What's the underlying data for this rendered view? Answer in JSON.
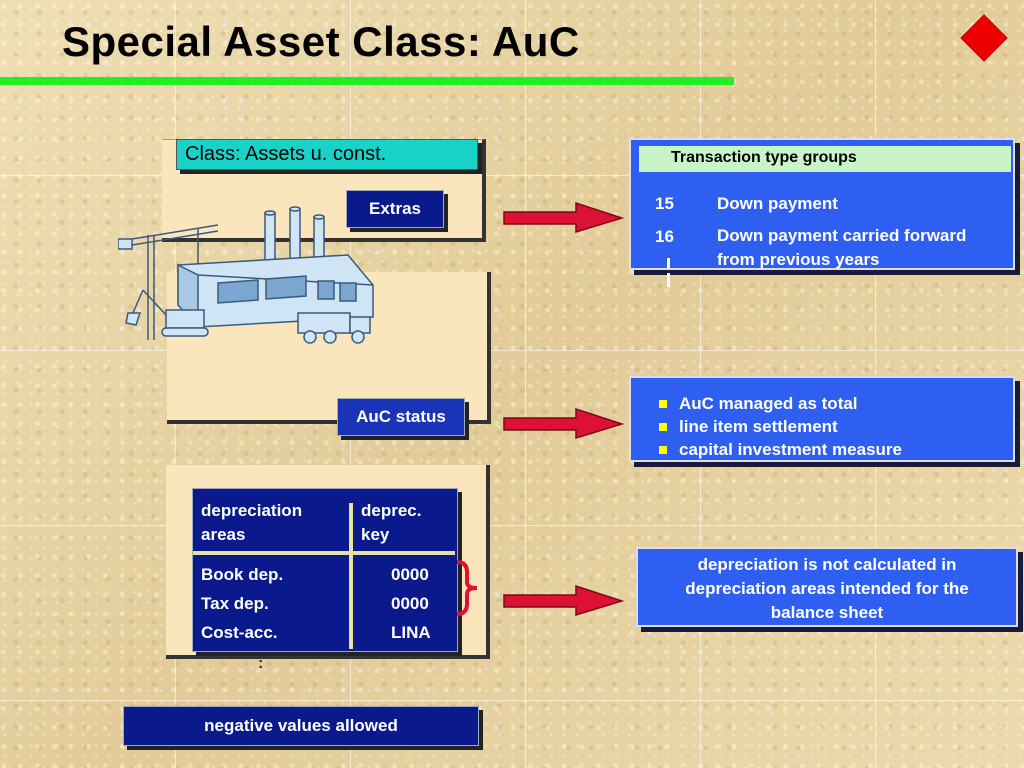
{
  "slide": {
    "title": "Special Asset Class: AuC",
    "colors": {
      "title_bar": "#22ee22",
      "logo": "#ee0000",
      "navy": "#0a1a8c",
      "blue_panel": "#2e5ff0",
      "class_box": "#1ad3c8",
      "transaction_header": "#c8f5c8",
      "arrow": "#dd1133"
    }
  },
  "class_box": {
    "label": "Class: Assets u. const."
  },
  "extras_button": {
    "label": "Extras"
  },
  "illustration": {
    "icon": "construction-site-icon"
  },
  "auc_status_button": {
    "label": "AuC status"
  },
  "depreciation_table": {
    "header": [
      "depreciation areas",
      "deprec. key"
    ],
    "header_lines": [
      [
        "depreciation",
        "areas"
      ],
      [
        "deprec.",
        "key"
      ]
    ],
    "rows": [
      {
        "area": "Book dep.",
        "key": "0000"
      },
      {
        "area": "Tax dep.",
        "key": "0000"
      },
      {
        "area": "Cost-acc.",
        "key": "LINA"
      }
    ],
    "ellipsis": ":"
  },
  "negative_values": {
    "label": "negative values allowed"
  },
  "transaction_panel": {
    "header": "Transaction type groups",
    "rows": [
      {
        "code": "15",
        "text": "Down payment"
      },
      {
        "code": "16",
        "text": "Down payment carried forward",
        "text2": "from previous years"
      }
    ]
  },
  "auc_panel": {
    "items": [
      "AuC managed as total",
      "line item settlement",
      "capital investment measure"
    ]
  },
  "depreciation_note": {
    "lines": [
      "depreciation is not calculated in",
      "depreciation areas intended for the",
      "balance sheet"
    ]
  }
}
